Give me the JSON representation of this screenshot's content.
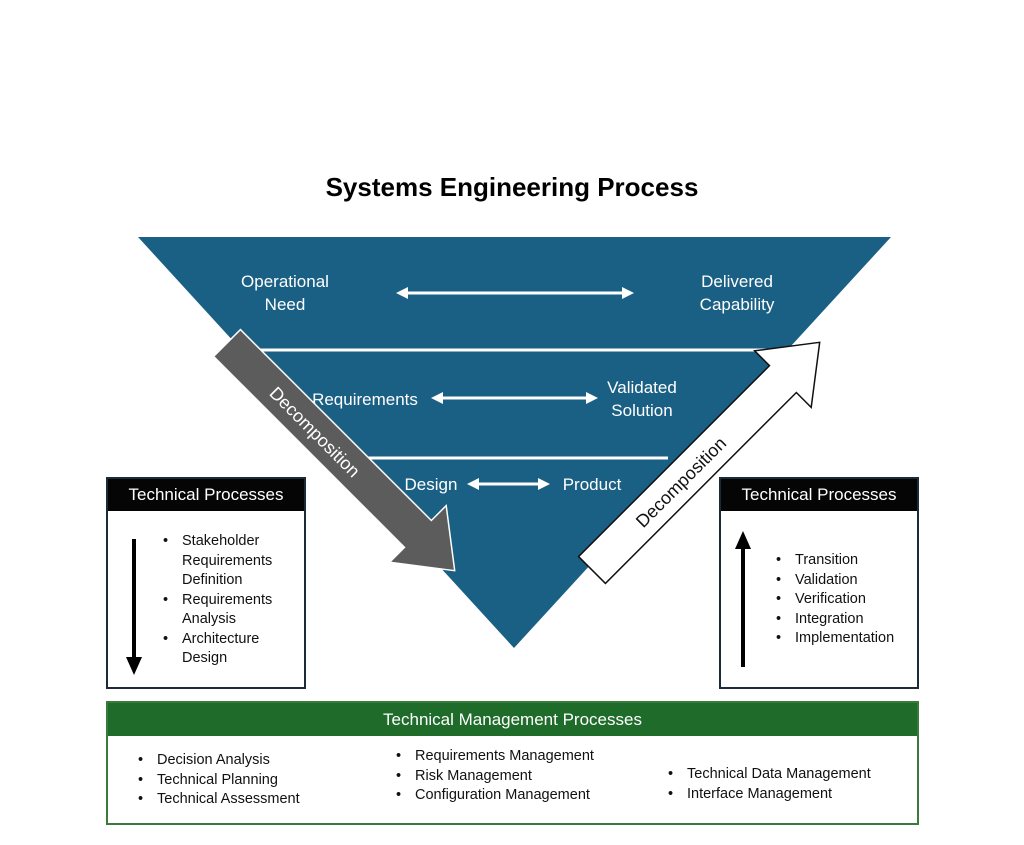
{
  "title": "Systems Engineering Process",
  "colors": {
    "triangle": "#1a5f84",
    "band_line": "#ffffff",
    "decomposition_left_arrow": "#5c5c5c",
    "decomposition_right_arrow": "#ffffff",
    "tp_header": "#050505",
    "tm_header": "#1e6b2a"
  },
  "triangle": {
    "levels": [
      {
        "left": [
          "Operational",
          "Need"
        ],
        "right": [
          "Delivered",
          "Capability"
        ]
      },
      {
        "left": [
          "Requirements"
        ],
        "right": [
          "Validated",
          "Solution"
        ]
      },
      {
        "left": [
          "Design"
        ],
        "right": [
          "Product"
        ]
      }
    ]
  },
  "arrows": {
    "left_label": "Decomposition",
    "right_label": "Decomposition"
  },
  "technical_processes_left": {
    "header": "Technical Processes",
    "direction": "down",
    "items": [
      "Stakeholder Requirements Definition",
      "Requirements Analysis",
      "Architecture Design"
    ]
  },
  "technical_processes_right": {
    "header": "Technical Processes",
    "direction": "up",
    "items": [
      "Transition",
      "Validation",
      "Verification",
      "Integration",
      "Implementation"
    ]
  },
  "technical_management": {
    "header": "Technical Management Processes",
    "columns": [
      [
        "Decision Analysis",
        "Technical Planning",
        "Technical Assessment"
      ],
      [
        "Requirements Management",
        "Risk Management",
        "Configuration Management"
      ],
      [
        "Technical Data Management",
        "Interface Management"
      ]
    ]
  }
}
